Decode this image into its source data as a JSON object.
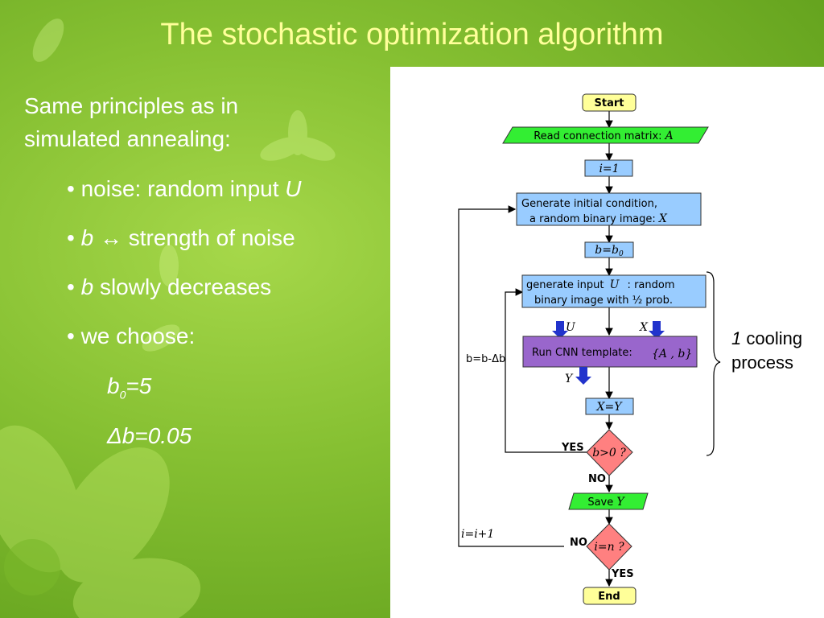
{
  "title": "The stochastic optimization algorithm",
  "left": {
    "intro_line1": "Same principles as in",
    "intro_line2": "simulated annealing:",
    "bullets": [
      {
        "text": "• noise: random input ",
        "var": "U"
      },
      {
        "pre": "• ",
        "var": "b",
        "text": " ↔ strength of noise"
      },
      {
        "pre": "• ",
        "var": "b",
        "text": " slowly decreases"
      },
      {
        "text": "• we choose:"
      }
    ],
    "b0_var": "b",
    "b0_sub": "0",
    "b0_val": "=5",
    "db": "Δb=0.05"
  },
  "flowchart": {
    "start": "Start",
    "read": "Read connection matrix: ",
    "read_var": "A",
    "i_init": "i=1",
    "gen_line1": "Generate initial condition,",
    "gen_line2": "a random binary image: ",
    "gen_var": "X",
    "b_init": "b=b",
    "b_init_sub": "0",
    "input_line1a": "generate input ",
    "input_var": "U",
    "input_line1b": " : random",
    "input_line2": "binary image with ½ prob.",
    "label_u": "U",
    "label_x": "X",
    "run": "Run CNN template:",
    "run_params": "{A , b}",
    "label_y": "Y",
    "assign": "X=Y",
    "cond_b": "b>0 ?",
    "yes1": "YES",
    "no1": "NO",
    "save": "Save ",
    "save_var": "Y",
    "cond_i": "i=n ?",
    "no2": "NO",
    "yes2": "YES",
    "end": "End",
    "loop_b": "b=b-Δb",
    "loop_i": "i=i+1",
    "colors": {
      "start_end": "#ffff99",
      "io": "#33ee33",
      "var": "#99ccff",
      "process": "#99ccff",
      "cnn": "#9966cc",
      "decision": "#ff8080",
      "arrow_blue": "#2233cc"
    }
  },
  "cooling_num": "1",
  "cooling_text1": " cooling",
  "cooling_text2": "process"
}
